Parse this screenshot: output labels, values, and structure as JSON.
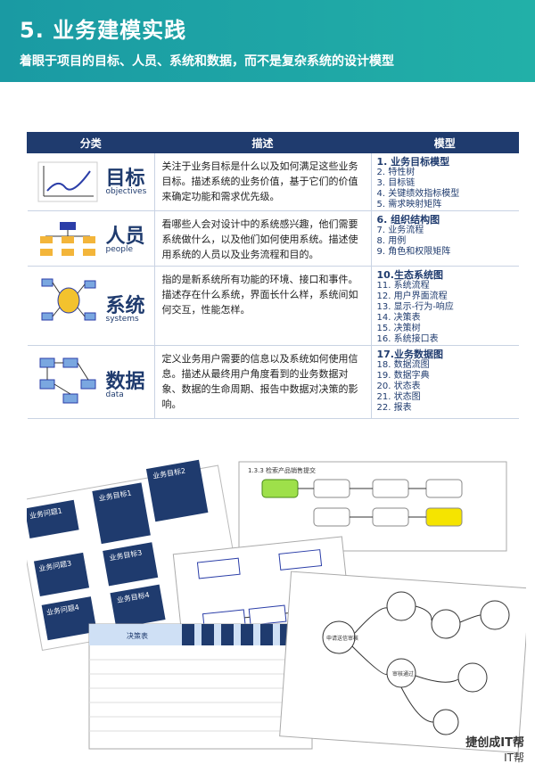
{
  "header": {
    "title": "5. 业务建模实践",
    "subtitle": "着眼于项目的目标、人员、系统和数据，而不是复杂系统的设计模型"
  },
  "table": {
    "headers": [
      "分类",
      "描述",
      "模型"
    ],
    "rows": [
      {
        "cat_cn": "目标",
        "cat_en": "objectives",
        "desc": "关注于业务目标是什么以及如何满足这些业务目标。描述系统的业务价值，基于它们的价值来确定功能和需求优先级。",
        "group": "1.  业务目标模型",
        "items": [
          "2.  特性树",
          "3.  目标链",
          "4.  关键绩效指标模型",
          "5.  需求映射矩阵"
        ]
      },
      {
        "cat_cn": "人员",
        "cat_en": "people",
        "desc": "看哪些人会对设计中的系统感兴趣，他们需要系统做什么，以及他们如何使用系统。描述使用系统的人员以及业务流程和目的。",
        "group": "6.  组织结构图",
        "items": [
          "7.  业务流程",
          "8.  用例",
          "9.  角色和权限矩阵"
        ]
      },
      {
        "cat_cn": "系统",
        "cat_en": "systems",
        "desc": "指的是新系统所有功能的环境、接口和事件。描述存在什么系统，界面长什么样，系统间如何交互，性能怎样。",
        "group": "10.生态系统图",
        "items": [
          "11. 系统流程",
          "12. 用户界面流程",
          "13. 显示-行为-响应",
          "14. 决策表",
          "15. 决策树",
          "16. 系统接口表"
        ]
      },
      {
        "cat_cn": "数据",
        "cat_en": "data",
        "desc": "定义业务用户需要的信息以及系统如何使用信息。描述从最终用户角度看到的业务数据对象、数据的生命周期、报告中数据对决策的影响。",
        "group": "17.业务数据图",
        "items": [
          "18. 数据流图",
          "19. 数据字典",
          "20. 状态表",
          "21. 状态图",
          "22. 报表"
        ]
      }
    ]
  },
  "collage": {
    "problem1": "业务问题1",
    "goal1": "业务目标1",
    "goal2": "业务目标2",
    "problem3": "业务问题3",
    "goal3": "业务目标3",
    "problem4": "业务问题4",
    "goal4": "业务目标4",
    "flow_title": "1.3.3 检索产品销售提交",
    "decision_title": "决策表",
    "state1": "申请送信审核",
    "state2": "审核通过"
  },
  "footer": {
    "brand": "捷创成IT帮",
    "sub": "IT帮"
  },
  "colors": {
    "header": "#1a9aa3",
    "navy": "#1f3b6e"
  }
}
